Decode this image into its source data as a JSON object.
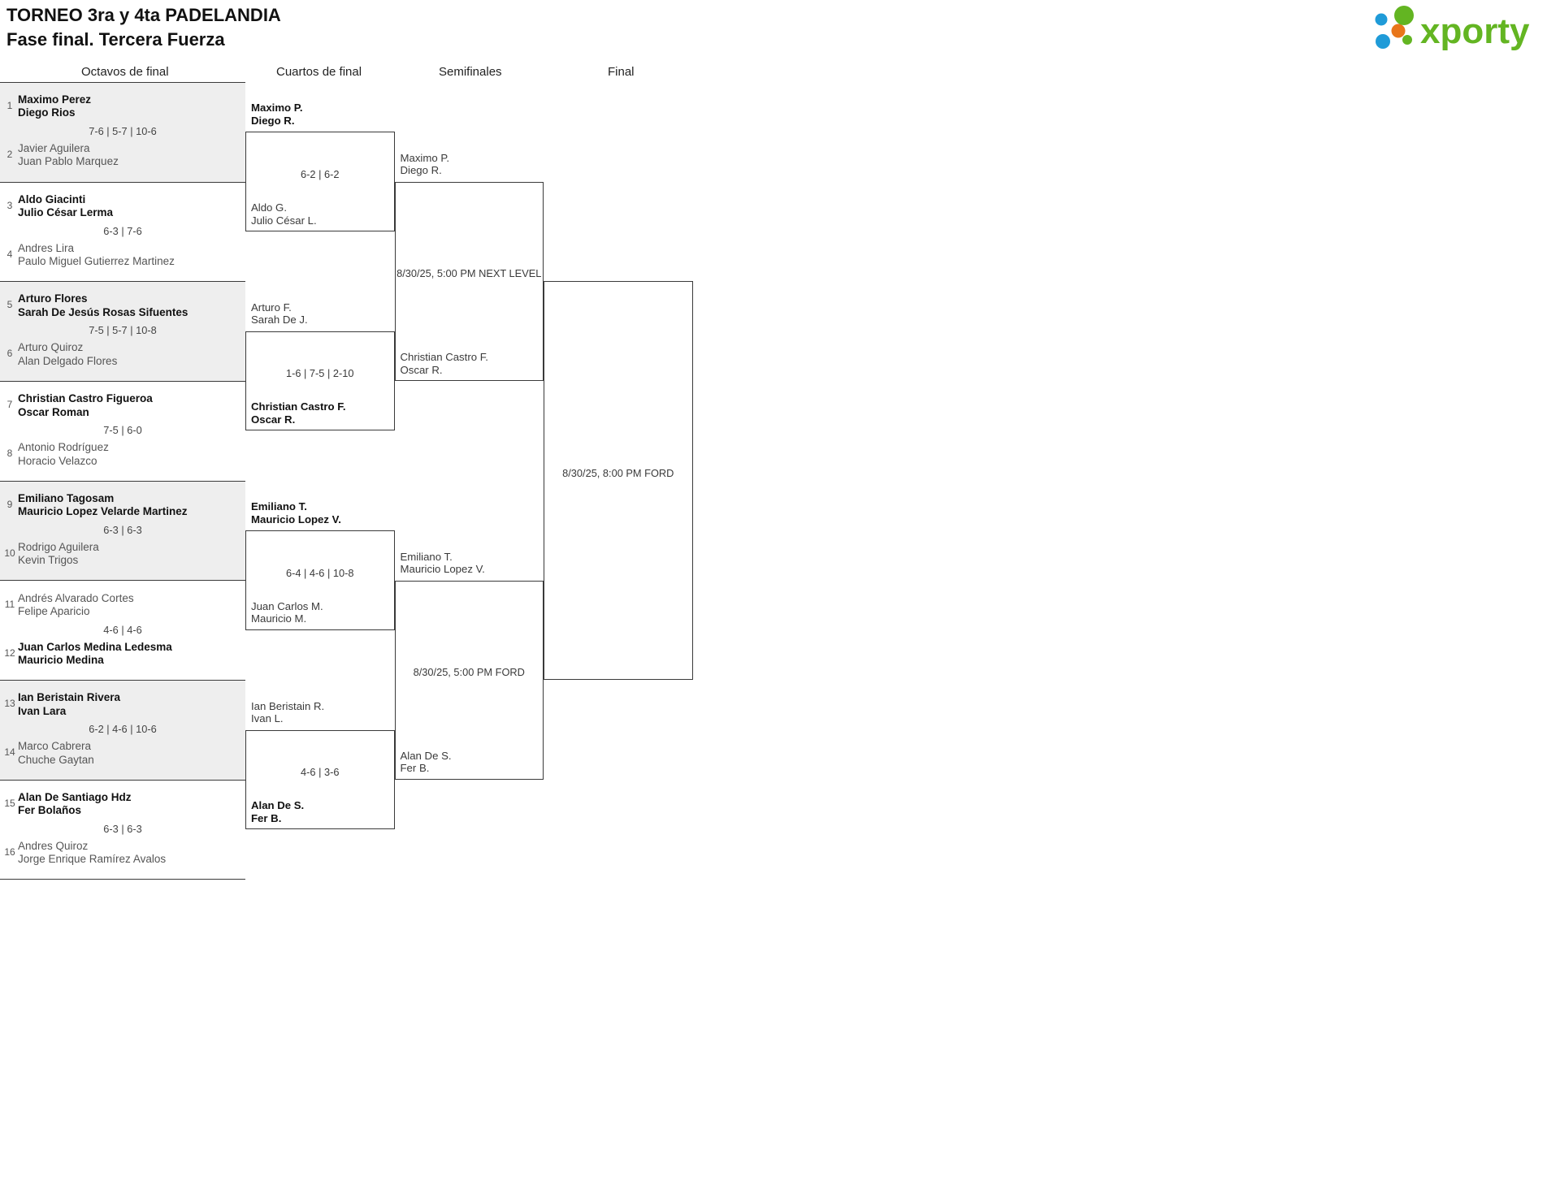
{
  "header": {
    "title_line1": "TORNEO 3ra y 4ta PADELANDIA",
    "title_line2": "Fase final. Tercera Fuerza",
    "logo_text": "xporty",
    "logo_colors": {
      "blue": "#1f9bd8",
      "orange": "#e8761a",
      "green": "#63b522"
    }
  },
  "rounds": [
    {
      "id": "octavos",
      "label": "Octavos de final"
    },
    {
      "id": "cuartos",
      "label": "Cuartos de final"
    },
    {
      "id": "semis",
      "label": "Semifinales"
    },
    {
      "id": "final",
      "label": "Final"
    }
  ],
  "round1": {
    "matches": [
      {
        "shaded": true,
        "score": "7-6 | 5-7 | 10-6",
        "top": {
          "seed": "1",
          "p1": "Maximo Perez",
          "p2": "Diego Rios",
          "winner": true
        },
        "bot": {
          "seed": "2",
          "p1": "Javier Aguilera",
          "p2": "Juan Pablo Marquez",
          "winner": false
        }
      },
      {
        "shaded": false,
        "score": "6-3 | 7-6",
        "top": {
          "seed": "3",
          "p1": "Aldo Giacinti",
          "p2": "Julio César Lerma",
          "winner": true
        },
        "bot": {
          "seed": "4",
          "p1": "Andres Lira",
          "p2": "Paulo Miguel Gutierrez Martinez",
          "winner": false
        }
      },
      {
        "shaded": true,
        "score": "7-5 | 5-7 | 10-8",
        "top": {
          "seed": "5",
          "p1": "Arturo Flores",
          "p2": "Sarah De Jesús Rosas Sifuentes",
          "winner": true
        },
        "bot": {
          "seed": "6",
          "p1": "Arturo Quiroz",
          "p2": "Alan Delgado Flores",
          "winner": false
        }
      },
      {
        "shaded": false,
        "score": "7-5 | 6-0",
        "top": {
          "seed": "7",
          "p1": "Christian Castro Figueroa",
          "p2": "Oscar Roman",
          "winner": true
        },
        "bot": {
          "seed": "8",
          "p1": "Antonio Rodríguez",
          "p2": "Horacio Velazco",
          "winner": false
        }
      },
      {
        "shaded": true,
        "score": "6-3 | 6-3",
        "top": {
          "seed": "9",
          "p1": "Emiliano Tagosam",
          "p2": "Mauricio Lopez Velarde Martinez",
          "winner": true
        },
        "bot": {
          "seed": "10",
          "p1": "Rodrigo Aguilera",
          "p2": "Kevin Trigos",
          "winner": false
        }
      },
      {
        "shaded": false,
        "score": "4-6 | 4-6",
        "top": {
          "seed": "11",
          "p1": "Andrés Alvarado Cortes",
          "p2": "Felipe Aparicio",
          "winner": false
        },
        "bot": {
          "seed": "12",
          "p1": "Juan Carlos Medina Ledesma",
          "p2": "Mauricio Medina",
          "winner": true
        }
      },
      {
        "shaded": true,
        "score": "6-2 | 4-6 | 10-6",
        "top": {
          "seed": "13",
          "p1": "Ian Beristain Rivera",
          "p2": "Ivan Lara",
          "winner": true
        },
        "bot": {
          "seed": "14",
          "p1": "Marco Cabrera",
          "p2": "Chuche Gaytan",
          "winner": false
        }
      },
      {
        "shaded": false,
        "score": "6-3 | 6-3",
        "top": {
          "seed": "15",
          "p1": "Alan De Santiago Hdz",
          "p2": "Fer Bolaños",
          "winner": true
        },
        "bot": {
          "seed": "16",
          "p1": "Andres Quiroz",
          "p2": "Jorge Enrique Ramírez Avalos",
          "winner": false
        }
      }
    ]
  },
  "round2": {
    "matches": [
      {
        "score": "6-2 | 6-2",
        "top": {
          "p1": "Maximo P.",
          "p2": "Diego R.",
          "winner": true
        },
        "bot": {
          "p1": "Aldo G.",
          "p2": "Julio César L.",
          "winner": false
        }
      },
      {
        "score": "1-6 | 7-5 | 2-10",
        "top": {
          "p1": "Arturo F.",
          "p2": "Sarah De J.",
          "winner": false
        },
        "bot": {
          "p1": "Christian Castro F.",
          "p2": "Oscar R.",
          "winner": true
        }
      },
      {
        "score": "6-4 | 4-6 | 10-8",
        "top": {
          "p1": "Emiliano T.",
          "p2": "Mauricio Lopez V.",
          "winner": true
        },
        "bot": {
          "p1": "Juan Carlos M.",
          "p2": "Mauricio M.",
          "winner": false
        }
      },
      {
        "score": "4-6 | 3-6",
        "top": {
          "p1": "Ian Beristain R.",
          "p2": "Ivan L.",
          "winner": false
        },
        "bot": {
          "p1": "Alan De S.",
          "p2": "Fer B.",
          "winner": true
        }
      }
    ]
  },
  "round3": {
    "matches": [
      {
        "score": "8/30/25, 5:00 PM NEXT LEVEL",
        "top": {
          "p1": "Maximo P.",
          "p2": "Diego R.",
          "winner": false
        },
        "bot": {
          "p1": "Christian Castro F.",
          "p2": "Oscar R.",
          "winner": false
        }
      },
      {
        "score": "8/30/25, 5:00 PM FORD",
        "top": {
          "p1": "Emiliano T.",
          "p2": "Mauricio Lopez V.",
          "winner": false
        },
        "bot": {
          "p1": "Alan De S.",
          "p2": "Fer B.",
          "winner": false
        }
      }
    ]
  },
  "round4": {
    "matches": [
      {
        "score": "8/30/25, 8:00 PM FORD",
        "top": {
          "p1": "",
          "p2": "",
          "winner": false
        },
        "bot": {
          "p1": "",
          "p2": "",
          "winner": false
        }
      }
    ]
  }
}
